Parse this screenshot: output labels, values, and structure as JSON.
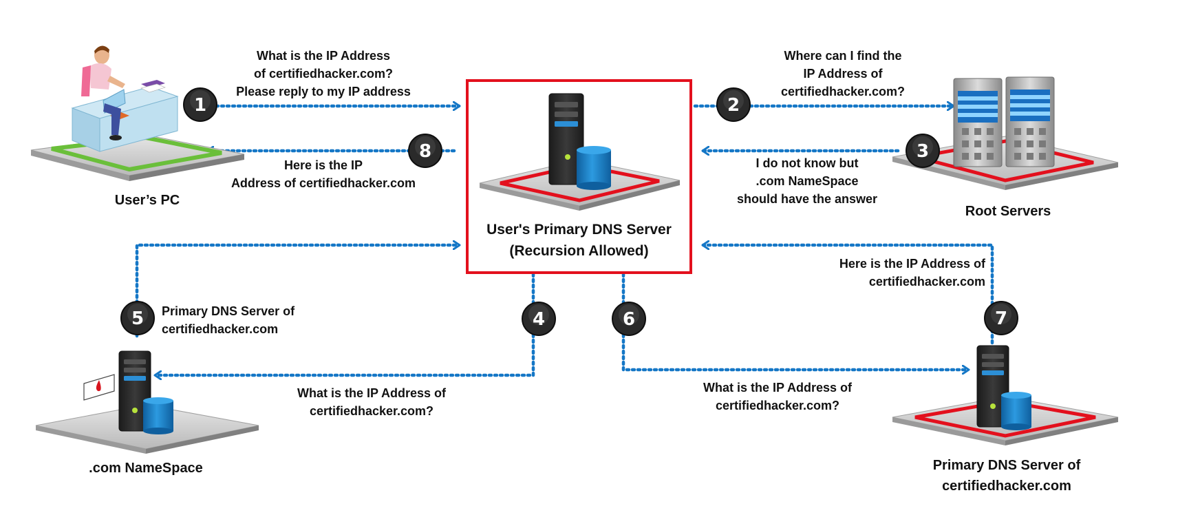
{
  "nodes": {
    "users_pc": "User’s  PC",
    "primary_dns": [
      "User's Primary DNS Server",
      "(Recursion Allowed)"
    ],
    "root_servers": "Root Servers",
    "com_namespace": ".com NameSpace",
    "auth_dns": [
      "Primary DNS Server of",
      "certifiedhacker.com"
    ]
  },
  "steps": [
    "1",
    "2",
    "3",
    "4",
    "5",
    "6",
    "7",
    "8"
  ],
  "messages": {
    "m1": [
      "What is the IP Address",
      "of certifiedhacker.com?",
      "Please reply to my IP address"
    ],
    "m2": [
      "Where can I find the",
      "IP Address of",
      "certifiedhacker.com?"
    ],
    "m3": [
      "I do not know but",
      ".com NameSpace",
      "should have the answer"
    ],
    "m4": [
      "What is the IP Address of",
      "certifiedhacker.com?"
    ],
    "m5": [
      "Primary DNS Server of",
      "certifiedhacker.com"
    ],
    "m6": [
      "What is the IP Address of",
      "certifiedhacker.com?"
    ],
    "m7": [
      "Here is the IP Address of",
      "certifiedhacker.com"
    ],
    "m8": [
      "Here is the IP",
      "Address of certifiedhacker.com"
    ]
  },
  "colors": {
    "arrow": "#1577c6",
    "highlight_border": "#e3101d",
    "badge": "#1c1c1c",
    "platform": "#cfcfcf",
    "server_body": "#2b2b2b",
    "db_cylinder": "#1a86d0"
  }
}
